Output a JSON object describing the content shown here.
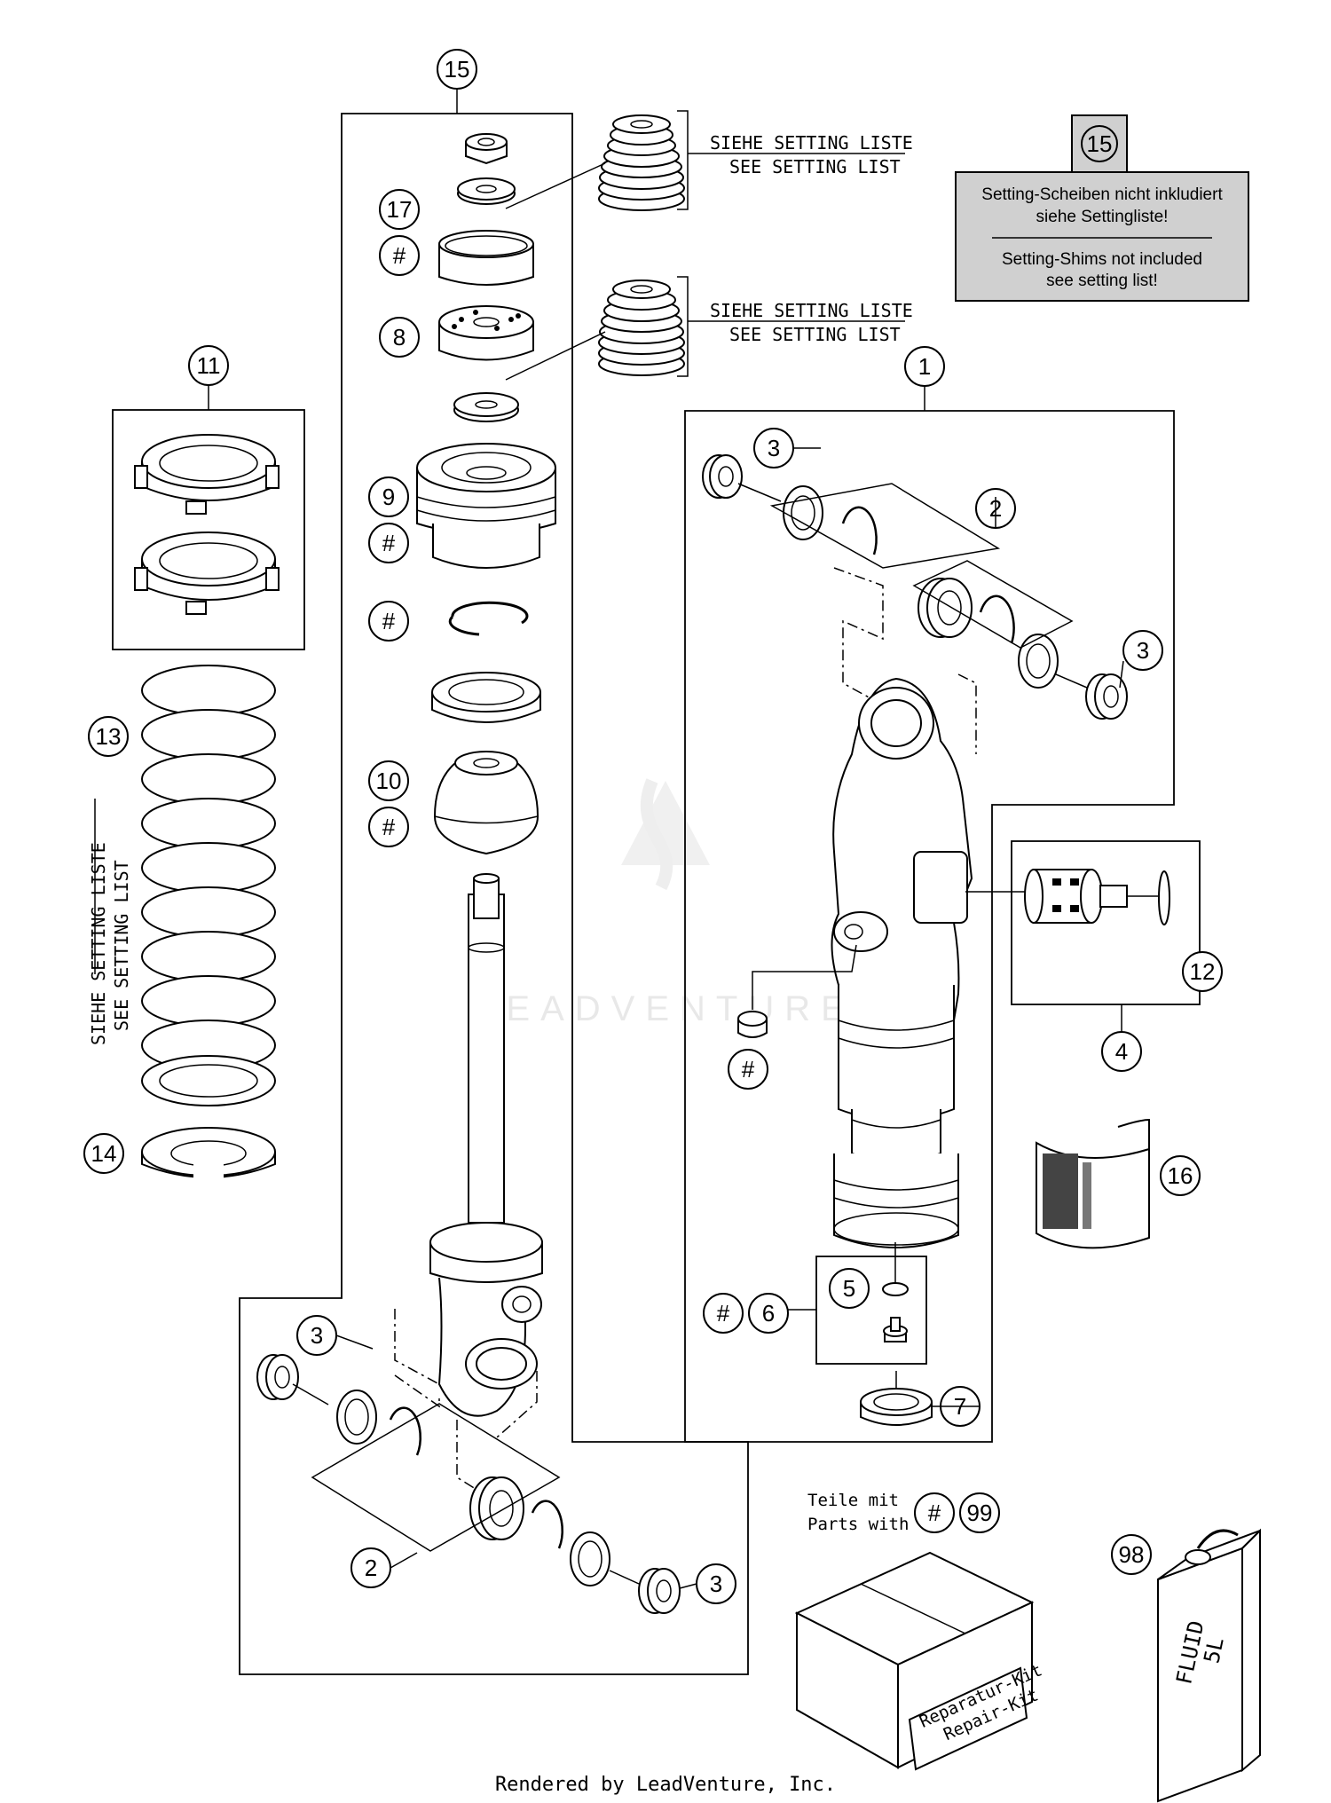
{
  "callouts": {
    "c15_top": "15",
    "c15_note": "15",
    "c17": "17",
    "c8": "8",
    "c9": "9",
    "c10": "10",
    "c11": "11",
    "c13": "13",
    "c14": "14",
    "c1": "1",
    "c2_top": "2",
    "c2_bottom": "2",
    "c3_a": "3",
    "c3_b": "3",
    "c3_c": "3",
    "c3_d": "3",
    "c4": "4",
    "c5": "5",
    "c6": "6",
    "c7": "7",
    "c12": "12",
    "c16": "16",
    "c98": "98",
    "c99": "99",
    "hash": "#"
  },
  "setting_labels": {
    "line1": "SIEHE SETTING LISTE",
    "line2": "SEE SETTING LIST"
  },
  "note_box": {
    "de_line1": "Setting-Scheiben nicht inkludiert",
    "de_line2": "siehe Settingliste!",
    "en_line1": "Setting-Shims not included",
    "en_line2": "see setting list!"
  },
  "parts_with": {
    "line1": "Teile mit",
    "line2": "Parts with"
  },
  "repair_kit": {
    "line1": "Reparatur-Kit",
    "line2": "Repair-Kit"
  },
  "fluid_can": {
    "line1": "FLUID",
    "line2": "5L"
  },
  "watermark": "LEADVENTURE",
  "footer": "Rendered by LeadVenture, Inc.",
  "colors": {
    "note_fill": "#d0d0d0",
    "line": "#000000",
    "watermark": "#e8e8e8"
  }
}
